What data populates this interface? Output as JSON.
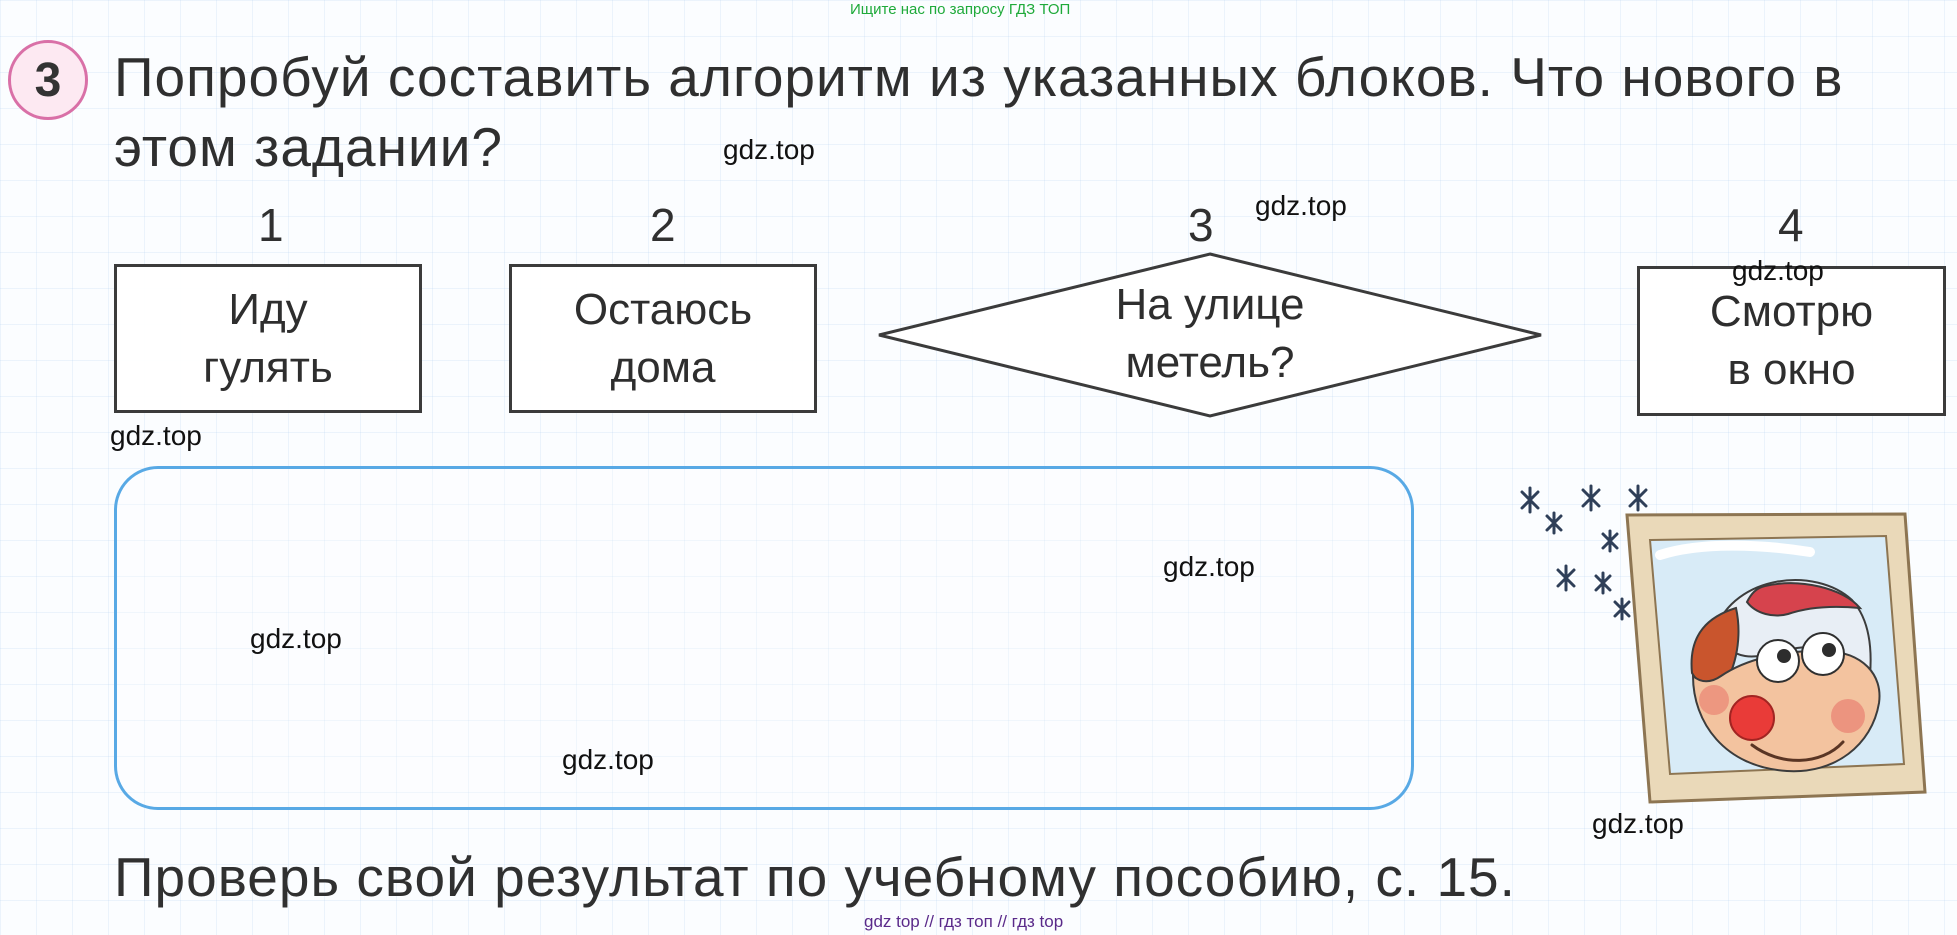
{
  "header": {
    "top_note": "Ищите нас по запросу ГДЗ ТОП"
  },
  "task": {
    "number": "3",
    "text": "Попробуй составить алгоритм из указанных блоков. Что нового в этом задании?"
  },
  "blocks": [
    {
      "number": "1",
      "text": "Иду\nгулять"
    },
    {
      "number": "2",
      "text": "Остаюсь\nдома"
    },
    {
      "number": "3",
      "text": "На улице\nметель?"
    },
    {
      "number": "4",
      "text": "Смотрю\nв окно"
    }
  ],
  "watermarks": [
    "gdz.top",
    "gdz.top",
    "gdz.top",
    "gdz.top",
    "gdz.top",
    "gdz.top",
    "gdz.top",
    "gdz.top"
  ],
  "footer": {
    "check_text": "Проверь свой результат по учебному пособию, с. 15.",
    "links": "gdz top // гдз топ // гдз top"
  },
  "colors": {
    "grid": "#cfe3f4",
    "answer_frame": "#58a9e5",
    "task_circle": "#d970a7",
    "top_note": "#1faa3a"
  },
  "icons": {
    "illustration": "clown-at-window-illustration",
    "snowflakes": "snowflake-icon"
  }
}
